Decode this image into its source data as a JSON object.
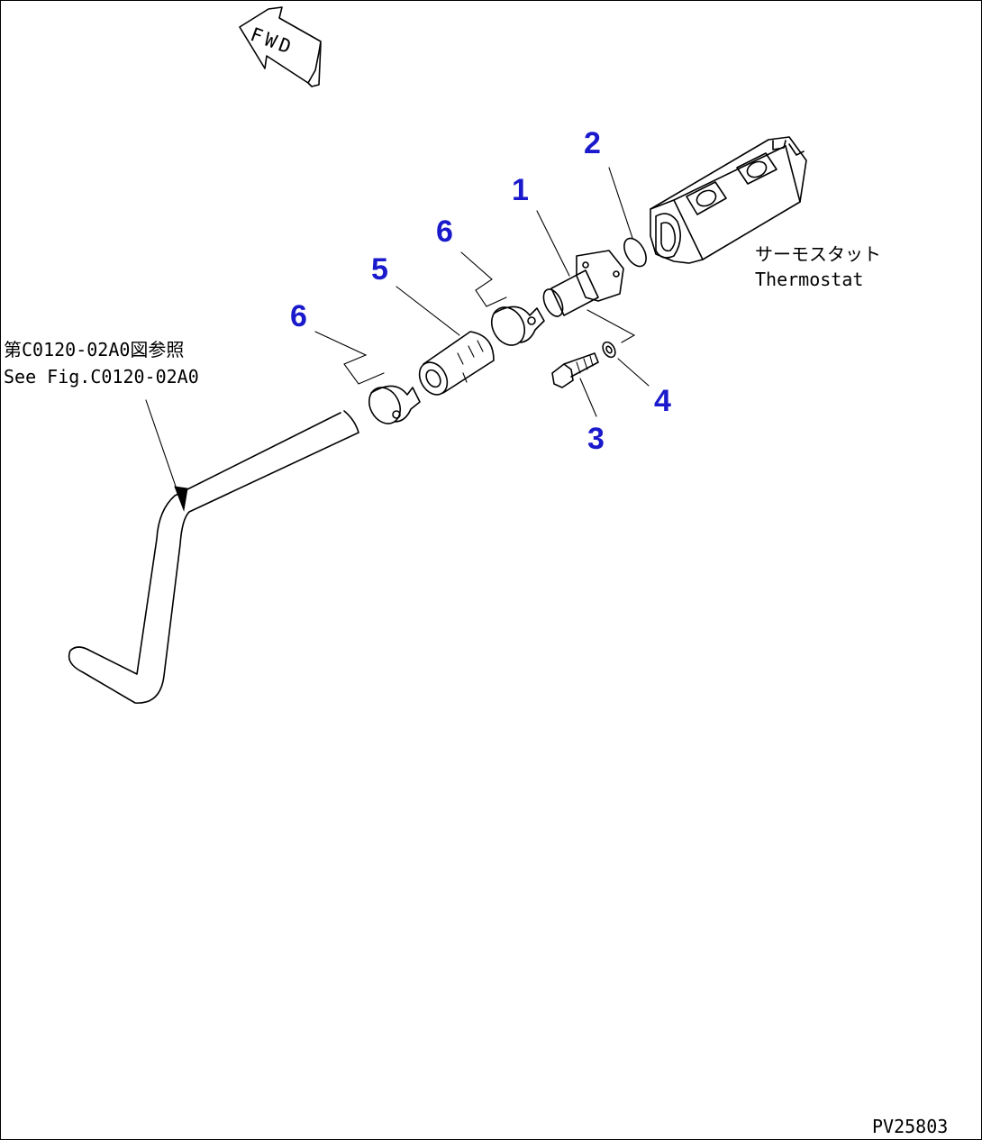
{
  "colors": {
    "callout": "#1a1acc",
    "line": "#000000",
    "background": "#ffffff"
  },
  "fwd_indicator": {
    "text": "FWD",
    "icon": "fwd-arrow-icon"
  },
  "callouts": [
    {
      "id": "1",
      "label": "1"
    },
    {
      "id": "2",
      "label": "2"
    },
    {
      "id": "3",
      "label": "3"
    },
    {
      "id": "4",
      "label": "4"
    },
    {
      "id": "5",
      "label": "5"
    },
    {
      "id": "6a",
      "label": "6"
    },
    {
      "id": "6b",
      "label": "6"
    }
  ],
  "notes": {
    "thermostat_jp": "サーモスタット",
    "thermostat_en": "Thermostat",
    "ref_jp": "第C0120-02A0図参照",
    "ref_en": "See Fig.C0120-02A0"
  },
  "figure_id": "PV25803"
}
